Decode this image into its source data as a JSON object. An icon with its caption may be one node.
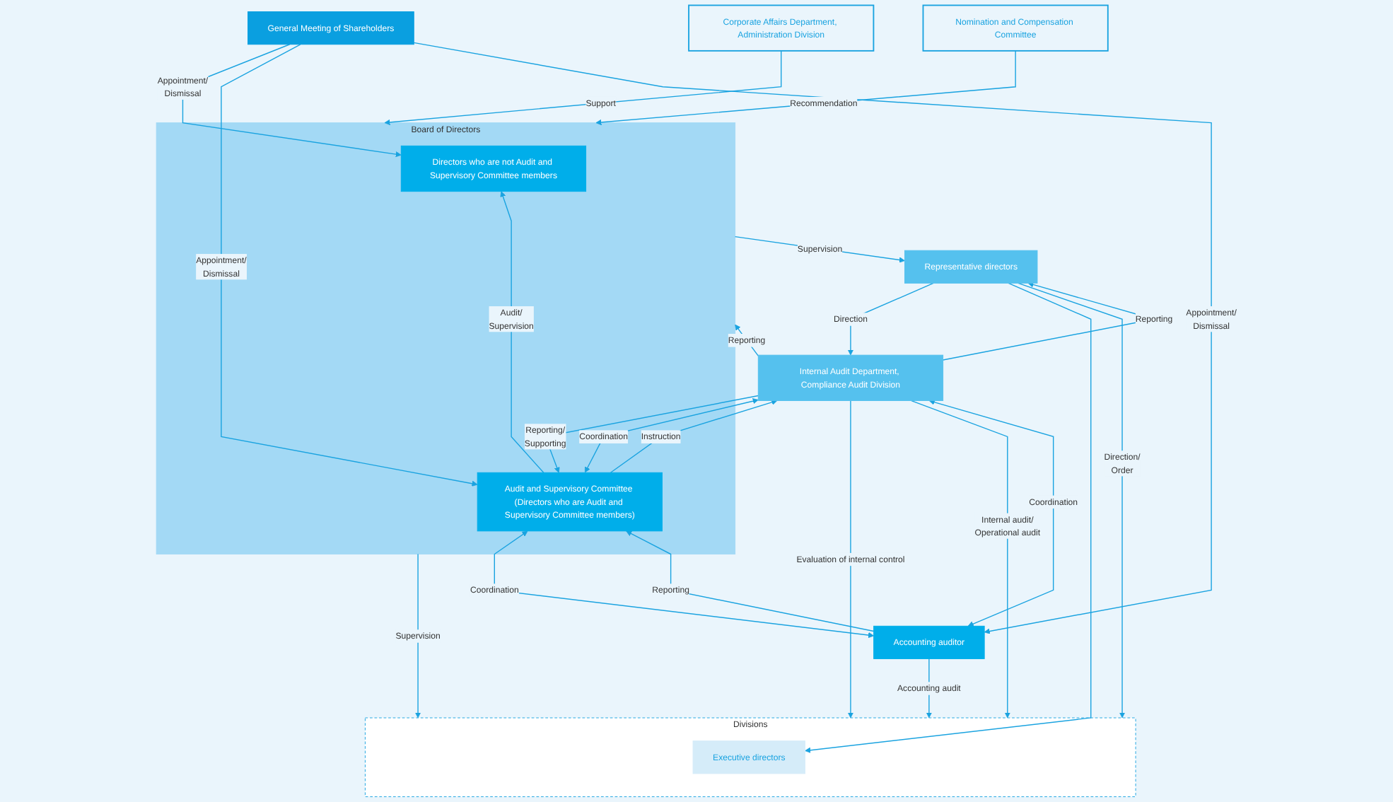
{
  "diagram": {
    "nodes": [
      {
        "text": [
          "General Meeting of Shareholders"
        ]
      },
      {
        "text": [
          "Board of Directors"
        ]
      },
      {
        "text": [
          "Directors who are not Audit and Supervisory Committee members"
        ],
        "in": 1
      },
      {
        "text": [
          "Audit and Supervisory Committee (Directors who are Audit and Supervisory Committee members)"
        ],
        "in": 1
      },
      {
        "text": [
          "Accounting auditor"
        ]
      },
      {
        "text": [
          "Corporate Affairs Department, Administration Division"
        ]
      },
      {
        "text": [
          "Nomination and Compensation Committee"
        ]
      },
      {
        "text": [
          "Representative directors"
        ]
      },
      {
        "text": [
          "Internal Audit Department, Compliance Audit Division"
        ]
      },
      {
        "text": [
          "Divisions"
        ]
      },
      {
        "text": [
          "Executive directors"
        ],
        "in": 9
      }
    ],
    "edges": [
      {
        "from": 0,
        "to": 2,
        "arrow": "to",
        "label": "Appointment/ Dismissal"
      },
      {
        "from": 0,
        "to": 3,
        "arrow": "to",
        "label": "Appointment/ Dismissal"
      },
      {
        "from": 0,
        "to": 4,
        "arrow": "to",
        "label": "Appointment/ Dismissal"
      },
      {
        "from": 3,
        "to": 4,
        "arrow": "both",
        "label": "Coordination"
      },
      {
        "from": 4,
        "to": 3,
        "arrow": "to",
        "label": "Reporting"
      },
      {
        "from": 3,
        "to": 2,
        "arrow": "to",
        "label": "Audit/ Supervision"
      },
      {
        "from": 5,
        "to": 1,
        "arrow": "to",
        "label": "Support"
      },
      {
        "from": 6,
        "to": 1,
        "arrow": "to",
        "label": "Recommendation"
      },
      {
        "from": 1,
        "to": 9,
        "arrow": "to",
        "label": "Supervision"
      },
      {
        "from": 1,
        "to": 7,
        "arrow": "to",
        "label": "Supervision"
      },
      {
        "from": 3,
        "to": 8,
        "arrow": "both",
        "label": "Coordination"
      },
      {
        "from": 8,
        "to": 3,
        "arrow": "to",
        "label": "Reporting/ Supporting"
      },
      {
        "from": 8,
        "to": 1,
        "arrow": "to",
        "label": "Reporting"
      },
      {
        "from": 3,
        "to": 8,
        "arrow": "to",
        "label": "Instruction"
      },
      {
        "from": 4,
        "to": 8,
        "arrow": "both",
        "label": "Coordination"
      },
      {
        "from": 8,
        "to": 7,
        "arrow": "to",
        "label": "Reporting"
      },
      {
        "from": 7,
        "to": 8,
        "arrow": "to",
        "label": "Direction"
      },
      {
        "from": 7,
        "to": 10,
        "arrow": "to"
      },
      {
        "from": 7,
        "to": 9,
        "arrow": "to",
        "label": "Direction/ Order"
      },
      {
        "from": 8,
        "to": 9,
        "arrow": "to",
        "label": "Evaluation of internal control"
      },
      {
        "from": 8,
        "to": 9,
        "arrow": "to",
        "label": "Internal audit/ Operational audit"
      },
      {
        "from": 4,
        "to": 9,
        "arrow": "to",
        "label": "Accounting audit"
      }
    ]
  }
}
